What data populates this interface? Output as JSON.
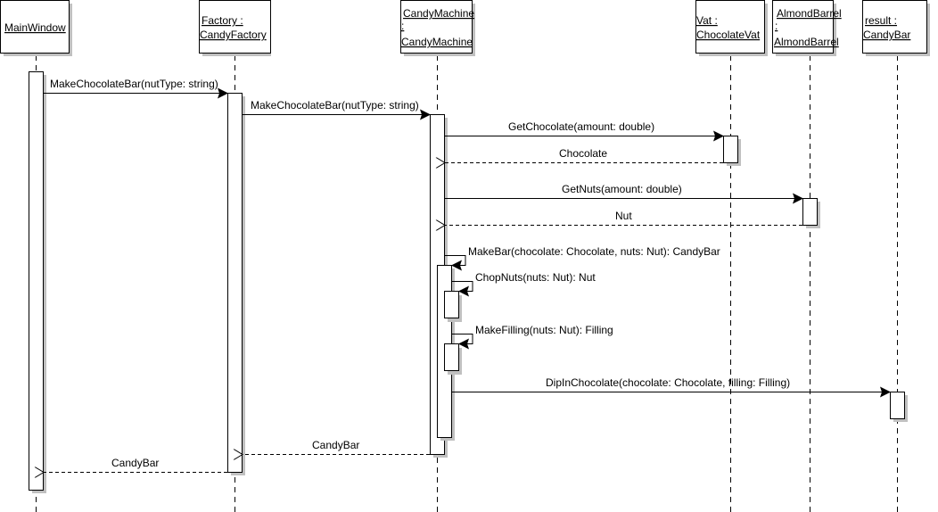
{
  "diagram": {
    "type": "uml-sequence",
    "lifelines": [
      {
        "id": "mainwindow",
        "lines": [
          "MainWindow"
        ]
      },
      {
        "id": "factory",
        "lines": [
          "Factory :",
          "CandyFactory"
        ]
      },
      {
        "id": "candymachine",
        "lines": [
          "CandyMachine",
          ":",
          "CandyMachine"
        ]
      },
      {
        "id": "vat",
        "lines": [
          "Vat :",
          "ChocolateVat"
        ]
      },
      {
        "id": "almondbarrel",
        "lines": [
          "AlmondBarrel",
          ":",
          "AlmondBarrel"
        ]
      },
      {
        "id": "result",
        "lines": [
          "result :",
          "CandyBar"
        ]
      }
    ],
    "messages": [
      {
        "id": "m1",
        "from": "mainwindow",
        "to": "factory",
        "kind": "call",
        "label": "MakeChocolateBar(nutType: string)"
      },
      {
        "id": "m2",
        "from": "factory",
        "to": "candymachine",
        "kind": "call",
        "label": "MakeChocolateBar(nutType: string)"
      },
      {
        "id": "m3",
        "from": "candymachine",
        "to": "vat",
        "kind": "call",
        "label": "GetChocolate(amount: double)"
      },
      {
        "id": "m4",
        "from": "vat",
        "to": "candymachine",
        "kind": "return",
        "label": "Chocolate"
      },
      {
        "id": "m5",
        "from": "candymachine",
        "to": "almondbarrel",
        "kind": "call",
        "label": "GetNuts(amount: double)"
      },
      {
        "id": "m6",
        "from": "almondbarrel",
        "to": "candymachine",
        "kind": "return",
        "label": "Nut"
      },
      {
        "id": "m7",
        "from": "candymachine",
        "to": "candymachine",
        "kind": "self",
        "label": "MakeBar(chocolate: Chocolate, nuts: Nut): CandyBar"
      },
      {
        "id": "m8",
        "from": "candymachine",
        "to": "candymachine",
        "kind": "self",
        "label": "ChopNuts(nuts: Nut): Nut"
      },
      {
        "id": "m9",
        "from": "candymachine",
        "to": "candymachine",
        "kind": "self",
        "label": "MakeFilling(nuts: Nut): Filling"
      },
      {
        "id": "m10",
        "from": "candymachine",
        "to": "result",
        "kind": "call",
        "label": "DipInChocolate(chocolate: Chocolate, filling: Filling)"
      },
      {
        "id": "m11",
        "from": "candymachine",
        "to": "factory",
        "kind": "return",
        "label": "CandyBar"
      },
      {
        "id": "m12",
        "from": "factory",
        "to": "mainwindow",
        "kind": "return",
        "label": "CandyBar"
      }
    ]
  }
}
